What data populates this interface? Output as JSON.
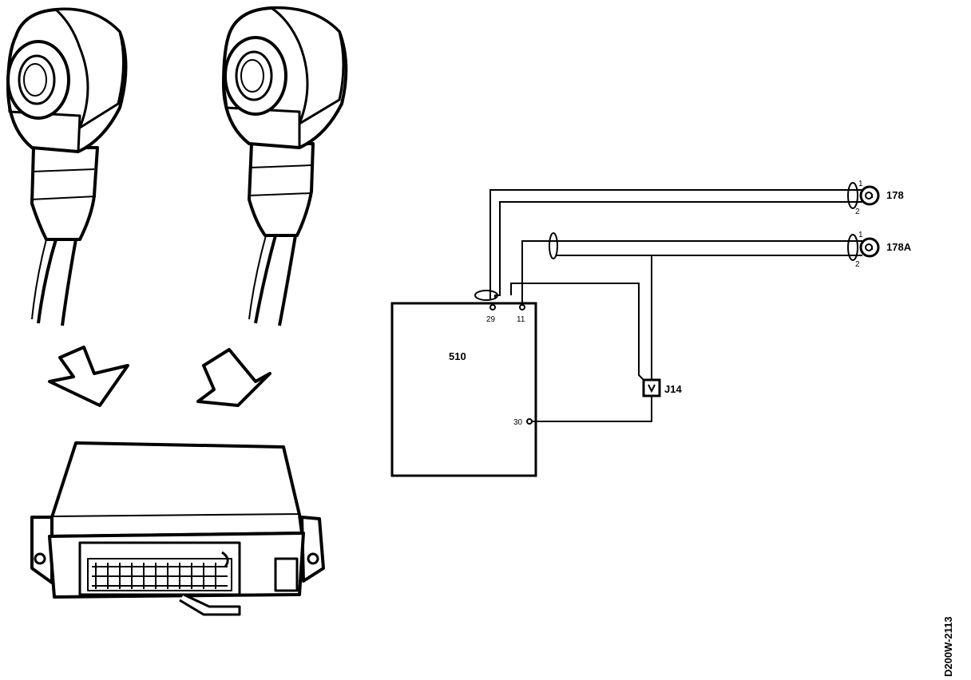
{
  "diagram": {
    "components": {
      "ecu": {
        "label": "510"
      },
      "sensor1": {
        "label": "178"
      },
      "sensor2": {
        "label": "178A"
      },
      "junction": {
        "label": "J14"
      }
    },
    "pins": {
      "ecu_29": "29",
      "ecu_11": "11",
      "ecu_30": "30",
      "s1_pin1": "1",
      "s1_pin2": "2",
      "s2_pin1": "1",
      "s2_pin2": "2"
    },
    "reference_code": "D200W-2113"
  }
}
